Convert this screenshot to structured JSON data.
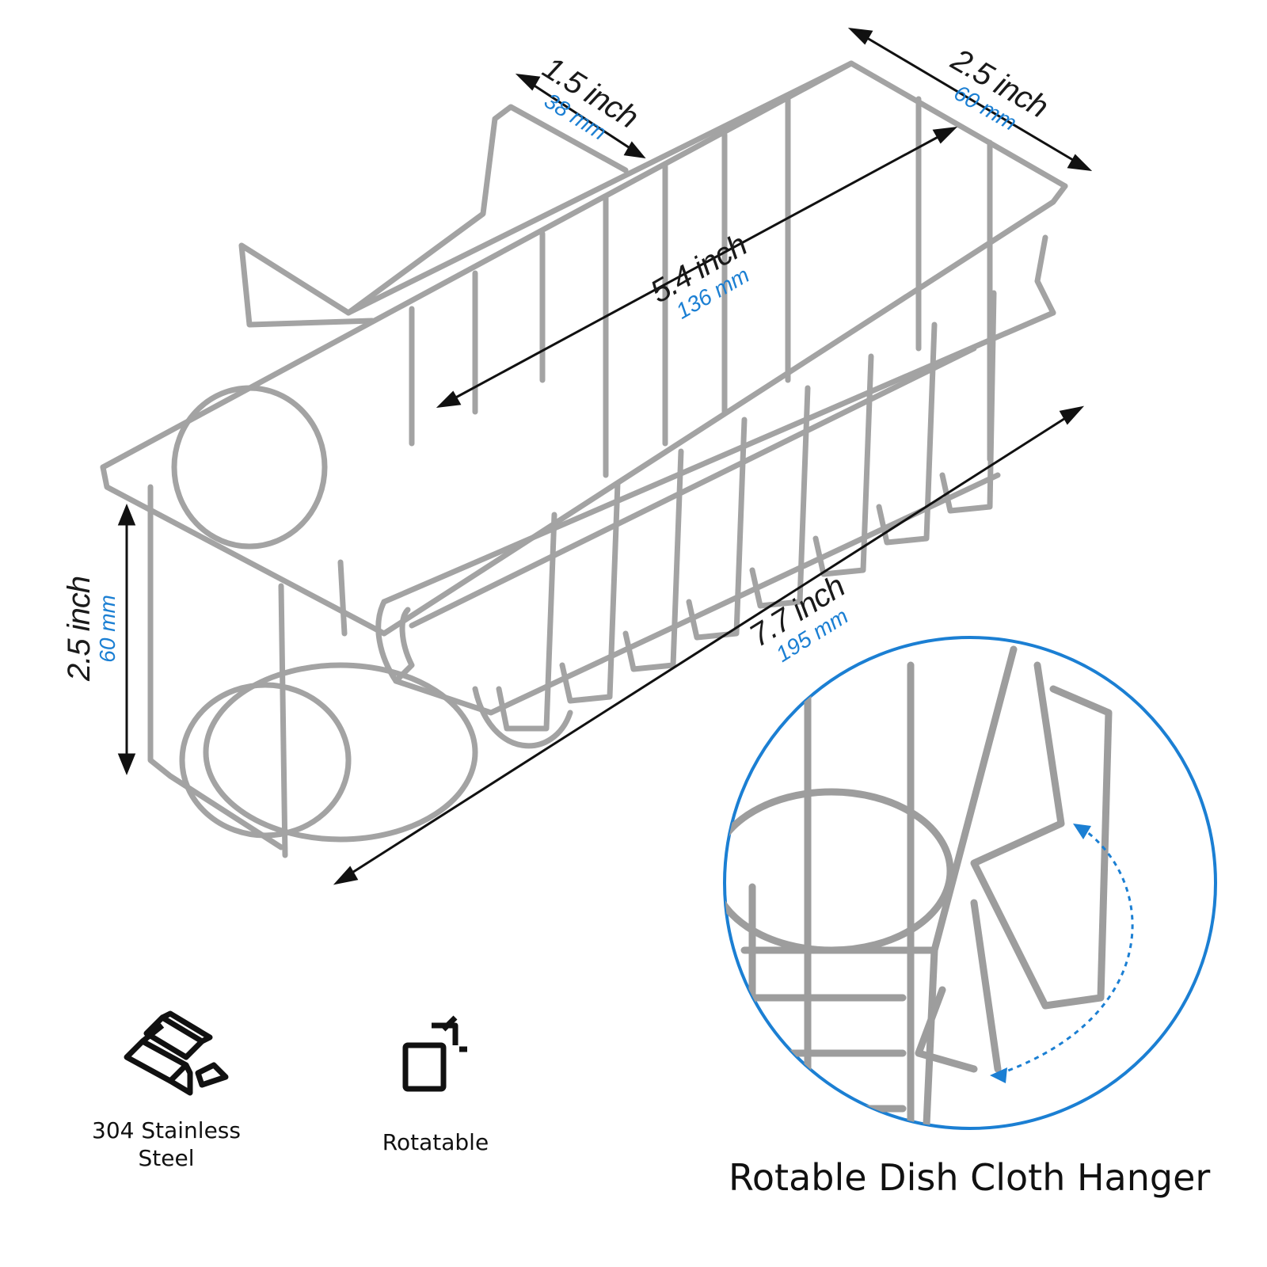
{
  "dimensions": {
    "top_depth": {
      "inch": "1.5 inch",
      "mm": "38 mm"
    },
    "top_width": {
      "inch": "2.5 inch",
      "mm": "60 mm"
    },
    "inner_length": {
      "inch": "5.4 inch",
      "mm": "136 mm"
    },
    "outer_length": {
      "inch": "7.7 inch",
      "mm": "195 mm"
    },
    "height": {
      "inch": "2.5 inch",
      "mm": "60 mm"
    }
  },
  "features": [
    {
      "label": "304 Stainless Steel",
      "icon": "metal-bars-icon"
    },
    {
      "label": "Rotatable",
      "icon": "rotate-icon"
    }
  ],
  "detail_caption": "Rotable Dish Cloth Hanger",
  "colors": {
    "accent": "#1b7fd3",
    "wire": "#9a9a9a",
    "text": "#111111"
  }
}
